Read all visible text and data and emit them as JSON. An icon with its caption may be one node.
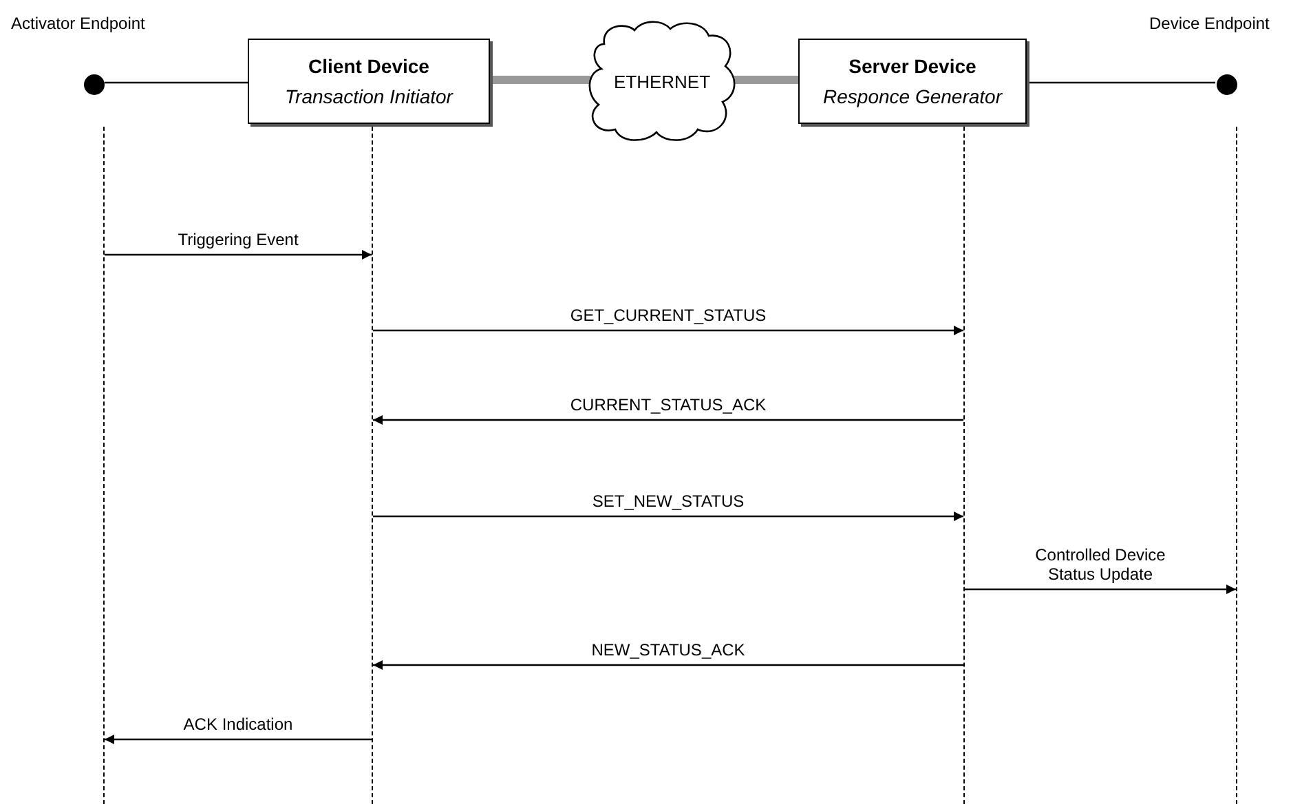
{
  "diagram": {
    "nodes": [
      {
        "text": [
          "Activator Endpoint"
        ]
      },
      {
        "text": [
          "Client Device",
          "Transaction Initiator"
        ]
      },
      {
        "text": [
          "ETHERNET"
        ]
      },
      {
        "text": [
          "Server Device",
          "Responce Generator"
        ]
      },
      {
        "text": [
          "Device Endpoint"
        ]
      },
      {
        "text": [],
        "shape": "line"
      },
      {
        "text": [],
        "shape": "line"
      },
      {
        "text": [],
        "shape": "line"
      },
      {
        "text": [],
        "shape": "line"
      }
    ],
    "edges": [
      {
        "from": 0,
        "to": 1,
        "arrow": "none"
      },
      {
        "from": 1,
        "to": 2,
        "arrow": "none",
        "style": "thick",
        "color": "#999999"
      },
      {
        "from": 2,
        "to": 3,
        "arrow": "none",
        "style": "thick",
        "color": "#999999"
      },
      {
        "from": 3,
        "to": 4,
        "arrow": "none"
      },
      {
        "from": 5,
        "to": 6,
        "arrow": "to",
        "label": "Triggering Event"
      },
      {
        "from": 6,
        "to": 7,
        "arrow": "to",
        "label": "GET_CURRENT_STATUS"
      },
      {
        "from": 7,
        "to": 6,
        "arrow": "to",
        "label": "CURRENT_STATUS_ACK"
      },
      {
        "from": 6,
        "to": 7,
        "arrow": "to",
        "label": "SET_NEW_STATUS"
      },
      {
        "from": 7,
        "to": 8,
        "arrow": "to",
        "label": "Controlled Device Status Update"
      },
      {
        "from": 7,
        "to": 6,
        "arrow": "to",
        "label": "NEW_STATUS_ACK"
      },
      {
        "from": 6,
        "to": 5,
        "arrow": "to",
        "label": "ACK Indication"
      }
    ]
  }
}
